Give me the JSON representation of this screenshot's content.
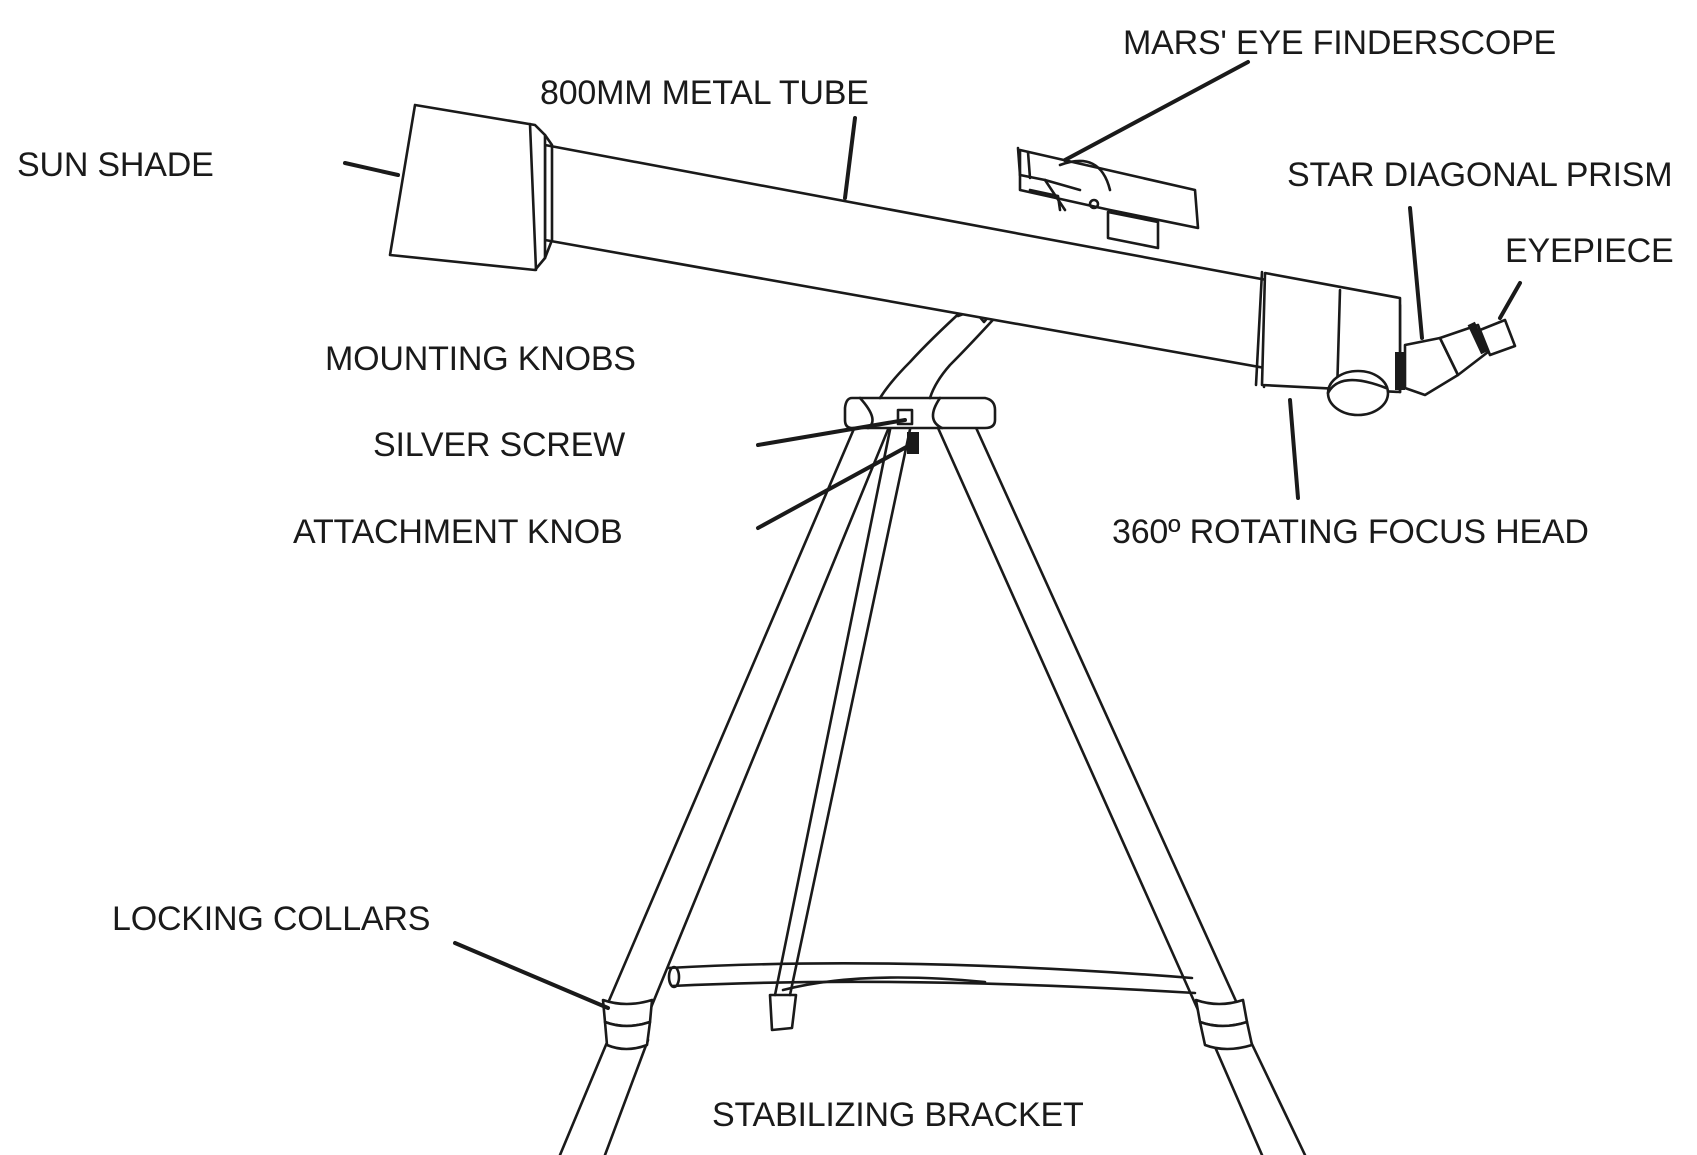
{
  "labels": {
    "finderscope": "MARS' EYE FINDERSCOPE",
    "metal_tube": "800MM METAL TUBE",
    "sun_shade": "SUN SHADE",
    "star_diagonal": "STAR DIAGONAL PRISM",
    "eyepiece": "EYEPIECE",
    "mounting_knobs": "MOUNTING KNOBS",
    "silver_screw": "SILVER SCREW",
    "attachment_knob": "ATTACHMENT KNOB",
    "focus_head": "360º ROTATING FOCUS HEAD",
    "locking_collars": "LOCKING COLLARS",
    "stabilizing_bracket": "STABILIZING BRACKET"
  },
  "colors": {
    "line": "#1a1a1a",
    "background": "#ffffff"
  }
}
